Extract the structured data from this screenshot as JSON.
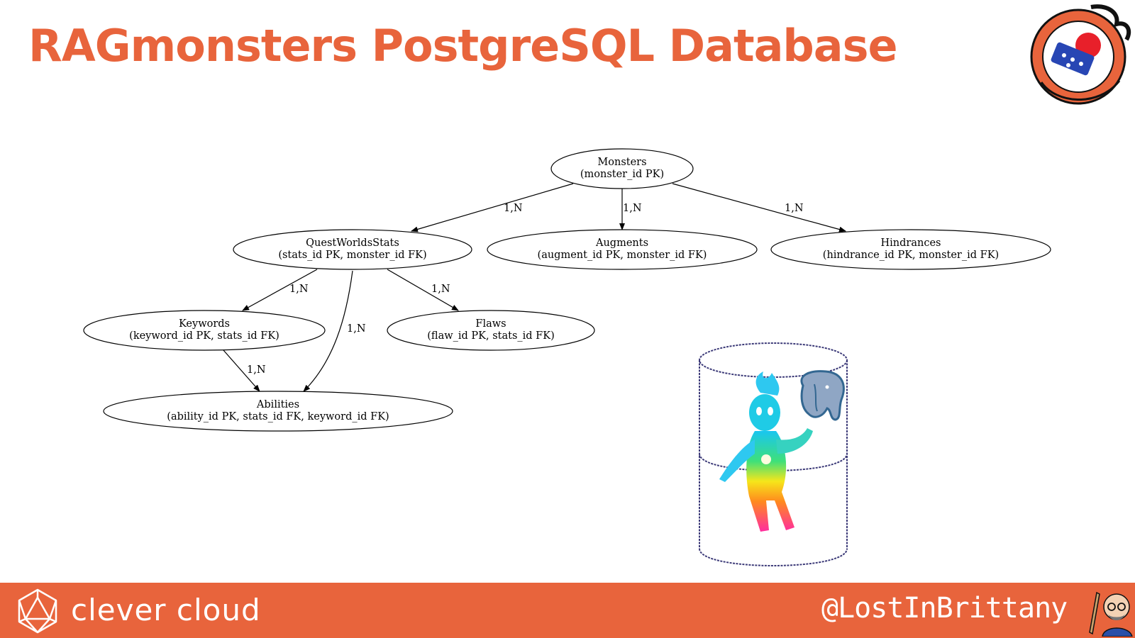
{
  "slide": {
    "title": "RAGmonsters PostgreSQL Database"
  },
  "diagram": {
    "nodes": [
      {
        "id": "monsters",
        "name": "Monsters",
        "keys": "(monster_id PK)"
      },
      {
        "id": "questworldsstats",
        "name": "QuestWorldsStats",
        "keys": "(stats_id PK, monster_id FK)"
      },
      {
        "id": "augments",
        "name": "Augments",
        "keys": "(augment_id PK, monster_id FK)"
      },
      {
        "id": "hindrances",
        "name": "Hindrances",
        "keys": "(hindrance_id PK, monster_id FK)"
      },
      {
        "id": "keywords",
        "name": "Keywords",
        "keys": "(keyword_id PK, stats_id FK)"
      },
      {
        "id": "flaws",
        "name": "Flaws",
        "keys": "(flaw_id PK, stats_id FK)"
      },
      {
        "id": "abilities",
        "name": "Abilities",
        "keys": "(ability_id PK, stats_id FK, keyword_id FK)"
      }
    ],
    "edges": [
      {
        "from": "monsters",
        "to": "questworldsstats",
        "label": "1,N"
      },
      {
        "from": "monsters",
        "to": "augments",
        "label": "1,N"
      },
      {
        "from": "monsters",
        "to": "hindrances",
        "label": "1,N"
      },
      {
        "from": "questworldsstats",
        "to": "keywords",
        "label": "1,N"
      },
      {
        "from": "questworldsstats",
        "to": "flaws",
        "label": "1,N"
      },
      {
        "from": "questworldsstats",
        "to": "abilities",
        "label": "1,N"
      },
      {
        "from": "keywords",
        "to": "abilities",
        "label": "1,N"
      }
    ]
  },
  "footer": {
    "brand": "clever cloud",
    "handle": "@LostInBrittany"
  },
  "colors": {
    "accent": "#e8643c",
    "footer_text": "#ffffff",
    "db_outline": "#3c3a78",
    "postgres_blue": "#336791"
  },
  "icons": {
    "brand_logo": "clever-cloud-logo-icon",
    "event_badge": "jug-summer-camp-badge-icon",
    "db": "database-cylinder-icon",
    "elephant": "postgres-elephant-icon",
    "avatar": "speaker-avatar-icon"
  }
}
